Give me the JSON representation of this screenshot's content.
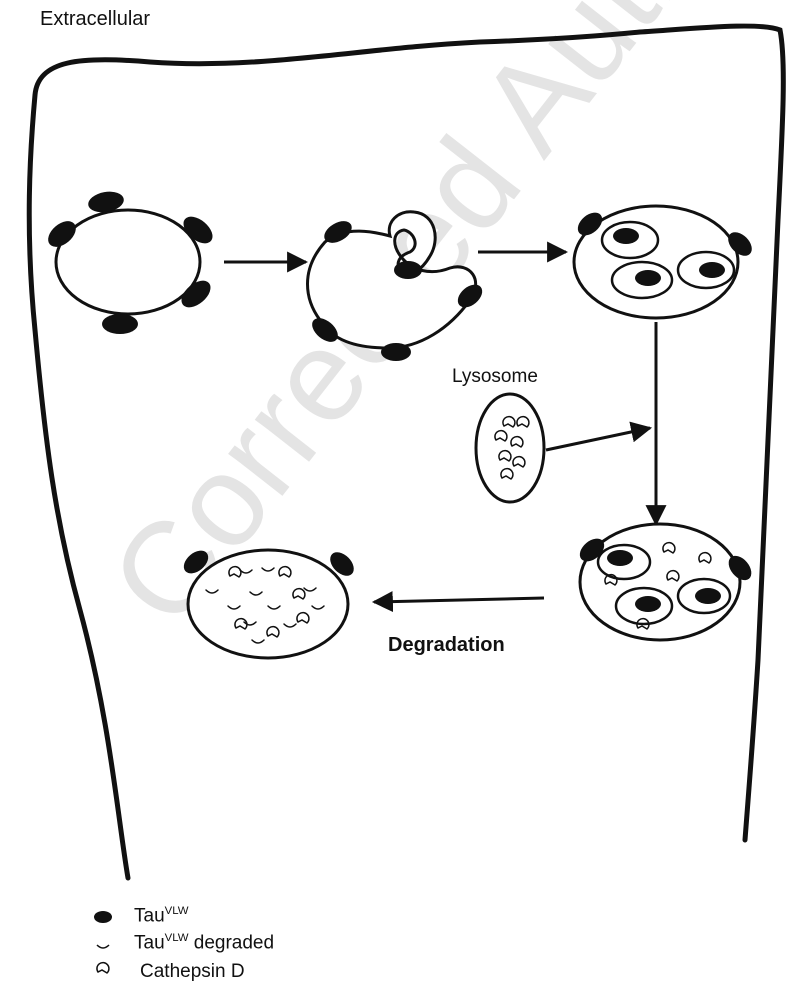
{
  "labels": {
    "region": "Extracellular",
    "organelle": "Lysosome",
    "process": "Degradation"
  },
  "legend": {
    "items": [
      {
        "symbol": "tau-vlw-icon",
        "base": "Tau",
        "sup": "VLW",
        "suffix": ""
      },
      {
        "symbol": "tau-vlw-degraded-icon",
        "base": "Tau",
        "sup": "VLW",
        "suffix": " degraded"
      },
      {
        "symbol": "cathepsin-d-icon",
        "base": "Cathepsin D",
        "sup": "",
        "suffix": ""
      }
    ]
  },
  "watermark": "Corrected Author Proof",
  "colors": {
    "ink": "#111111",
    "background": "#ffffff",
    "watermark": "#e4e4e4"
  }
}
